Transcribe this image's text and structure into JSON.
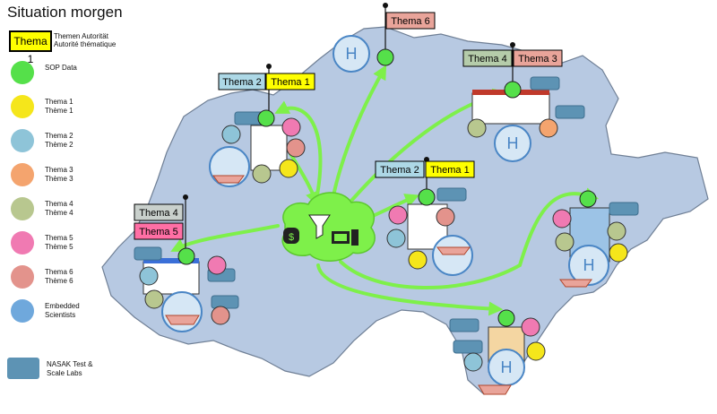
{
  "title": "Situation morgen",
  "legend": {
    "tag_label": "Thema 1",
    "tag_desc": [
      "Themen Autorität",
      "Autorité thématique"
    ],
    "items": [
      {
        "lines": [
          "SOP Data"
        ],
        "color": "#55e04a"
      },
      {
        "lines": [
          "Thema 1",
          "Thème 1"
        ],
        "color": "#f5e61b"
      },
      {
        "lines": [
          "Thema 2",
          "Thème 2"
        ],
        "color": "#8ec4d8"
      },
      {
        "lines": [
          "Thema 3",
          "Thème 3"
        ],
        "color": "#f4a46e"
      },
      {
        "lines": [
          "Thema 4",
          "Thème 4"
        ],
        "color": "#b8c78f"
      },
      {
        "lines": [
          "Thema 5",
          "Thème 5"
        ],
        "color": "#f07ab2"
      },
      {
        "lines": [
          "Thema 6",
          "Thème 6"
        ],
        "color": "#e3938c"
      },
      {
        "lines": [
          "Embedded",
          "Scientists"
        ],
        "color": "#6fa8dc"
      }
    ],
    "nasak_lines": [
      "NASAK Test &",
      "Scale Labs"
    ]
  },
  "tags": {
    "thema1": "Thema 1",
    "thema2": "Thema 2",
    "thema3": "Thema 3",
    "thema4": "Thema 4",
    "thema5": "Thema 5",
    "thema6": "Thema 6"
  },
  "colors": {
    "map_fill": "#b7c9e2",
    "map_stroke": "#6f7f95",
    "arrow": "#7ef04a",
    "hub": "#7ef04a",
    "tag_yellow": "#ffff00",
    "tag_blue": "#add8e6",
    "tag_green": "#b5ccaa",
    "tag_pink": "#ff6fa5",
    "tag_salmon": "#e9a49a",
    "tag_gray": "#c9d0cc"
  }
}
